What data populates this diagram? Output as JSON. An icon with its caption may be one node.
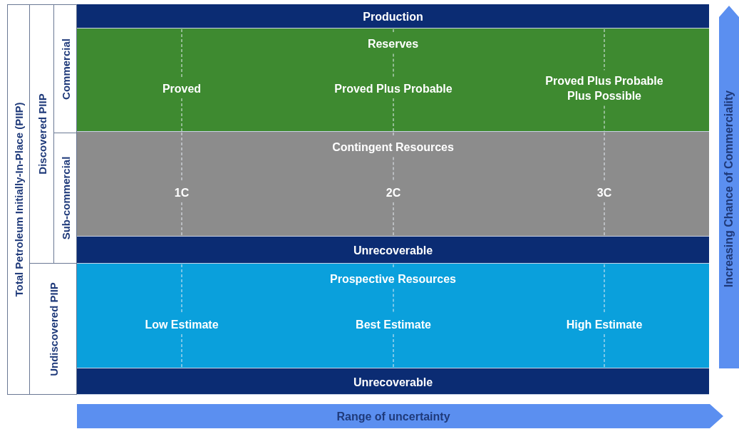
{
  "diagram": {
    "nodes": [
      {
        "text": [
          "Total Petroleum Initially-In-Place (PIIP)"
        ]
      },
      {
        "text": [
          "Discovered PIIP"
        ]
      },
      {
        "text": [
          "Commercial"
        ]
      },
      {
        "text": [
          "Sub-commercial"
        ]
      },
      {
        "text": [
          "Undiscovered PIIP"
        ]
      },
      {
        "text": [
          "Production"
        ]
      },
      {
        "text": [
          "Reserves",
          "Proved",
          "Proved Plus Probable",
          "Proved Plus Probable Plus Possible"
        ]
      },
      {
        "text": [
          "Contingent Resources",
          "1C",
          "2C",
          "3C"
        ]
      },
      {
        "text": [
          "Unrecoverable"
        ]
      },
      {
        "text": [
          "Prospective Resources",
          "Low Estimate",
          "Best Estimate",
          "High Estimate"
        ]
      },
      {
        "text": [
          "Unrecoverable"
        ]
      }
    ],
    "labels": [
      "Increasing Chance of Commerciality",
      "Range of uncertainty"
    ]
  }
}
